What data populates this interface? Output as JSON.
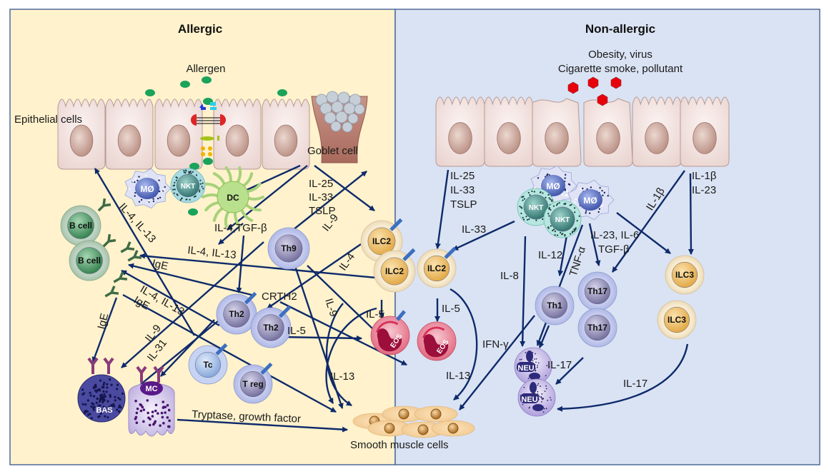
{
  "panels": {
    "allergic": {
      "title": "Allergic",
      "bg": "#FFF2CC"
    },
    "non_allergic": {
      "title": "Non-allergic",
      "bg": "#DAE3F3"
    }
  },
  "colors": {
    "arrow": "#0e2a6b",
    "border": "#4f6b9a",
    "epithelium": "#f2dede",
    "nucleus": "#c9a090"
  },
  "allergic": {
    "trigger": "Allergen",
    "epithelial_label": "Epithelial cells",
    "goblet_label": "Goblet cell",
    "smooth_muscle_label": "Smooth muscle cells",
    "cells": {
      "macrophage": "MØ",
      "nkt": "NKT",
      "dc": "DC",
      "th9": "Th9",
      "ilc2_a": "ILC2",
      "ilc2_b": "ILC2",
      "bcell_a": "B cell",
      "bcell_b": "B cell",
      "th2_a": "Th2",
      "th2_b": "Th2",
      "tc": "Tc",
      "treg": "T reg",
      "eos": "EOS",
      "bas": "BAS",
      "mc": "MC"
    },
    "mediators": {
      "epi_cytokines": [
        "IL-25",
        "IL-33",
        "TSLP"
      ],
      "il4_il13_top": "IL-4, IL-13",
      "il4_tgfb": "IL-4,TGF-β",
      "il9_top": "IL-9",
      "il4_il13_mid": "IL-4, IL-13",
      "ige_mid": "IgE",
      "il4_il13_low": "IL-4, IL-13",
      "ige_low": "IgE",
      "ige_left": "IgE",
      "crth2": "CRTH2",
      "il4": "IL-4",
      "il9_mid": "IL-9",
      "il5_ilc2": "IL-5",
      "il5_th2": "IL-5",
      "il9_left": "IL-9",
      "il31": "IL-31",
      "il13": "IL-13",
      "tryptase": "Tryptase, growth factor"
    }
  },
  "non_allergic": {
    "trigger_line1": "Obesity, virus",
    "trigger_line2": "Cigarette smoke, pollutant",
    "cells": {
      "ilc2": "ILC2",
      "macrophage_a": "MØ",
      "macrophage_b": "MØ",
      "nkt_a": "NKT",
      "nkt_b": "NKT",
      "th1": "Th1",
      "th17_a": "Th17",
      "th17_b": "Th17",
      "ilc3_a": "ILC3",
      "ilc3_b": "ILC3",
      "eos": "EOS",
      "neu_a": "NEU",
      "neu_b": "NEU"
    },
    "mediators": {
      "epi_cytokines": [
        "IL-25",
        "IL-33",
        "TSLP"
      ],
      "il1b_il23": [
        "IL-1β",
        "IL-23"
      ],
      "il1b": "IL-1β",
      "il33": "IL-33",
      "il12": "IL-12",
      "tnfa": "TNF-α",
      "il23_il6": "IL-23, IL-6",
      "tgfb": "TGF-β",
      "il8": "IL-8",
      "il5": "IL-5",
      "ifng": "IFN-γ",
      "il13": "IL-13",
      "il17_neu": "IL-17",
      "il17_ilc3": "IL-17"
    }
  }
}
